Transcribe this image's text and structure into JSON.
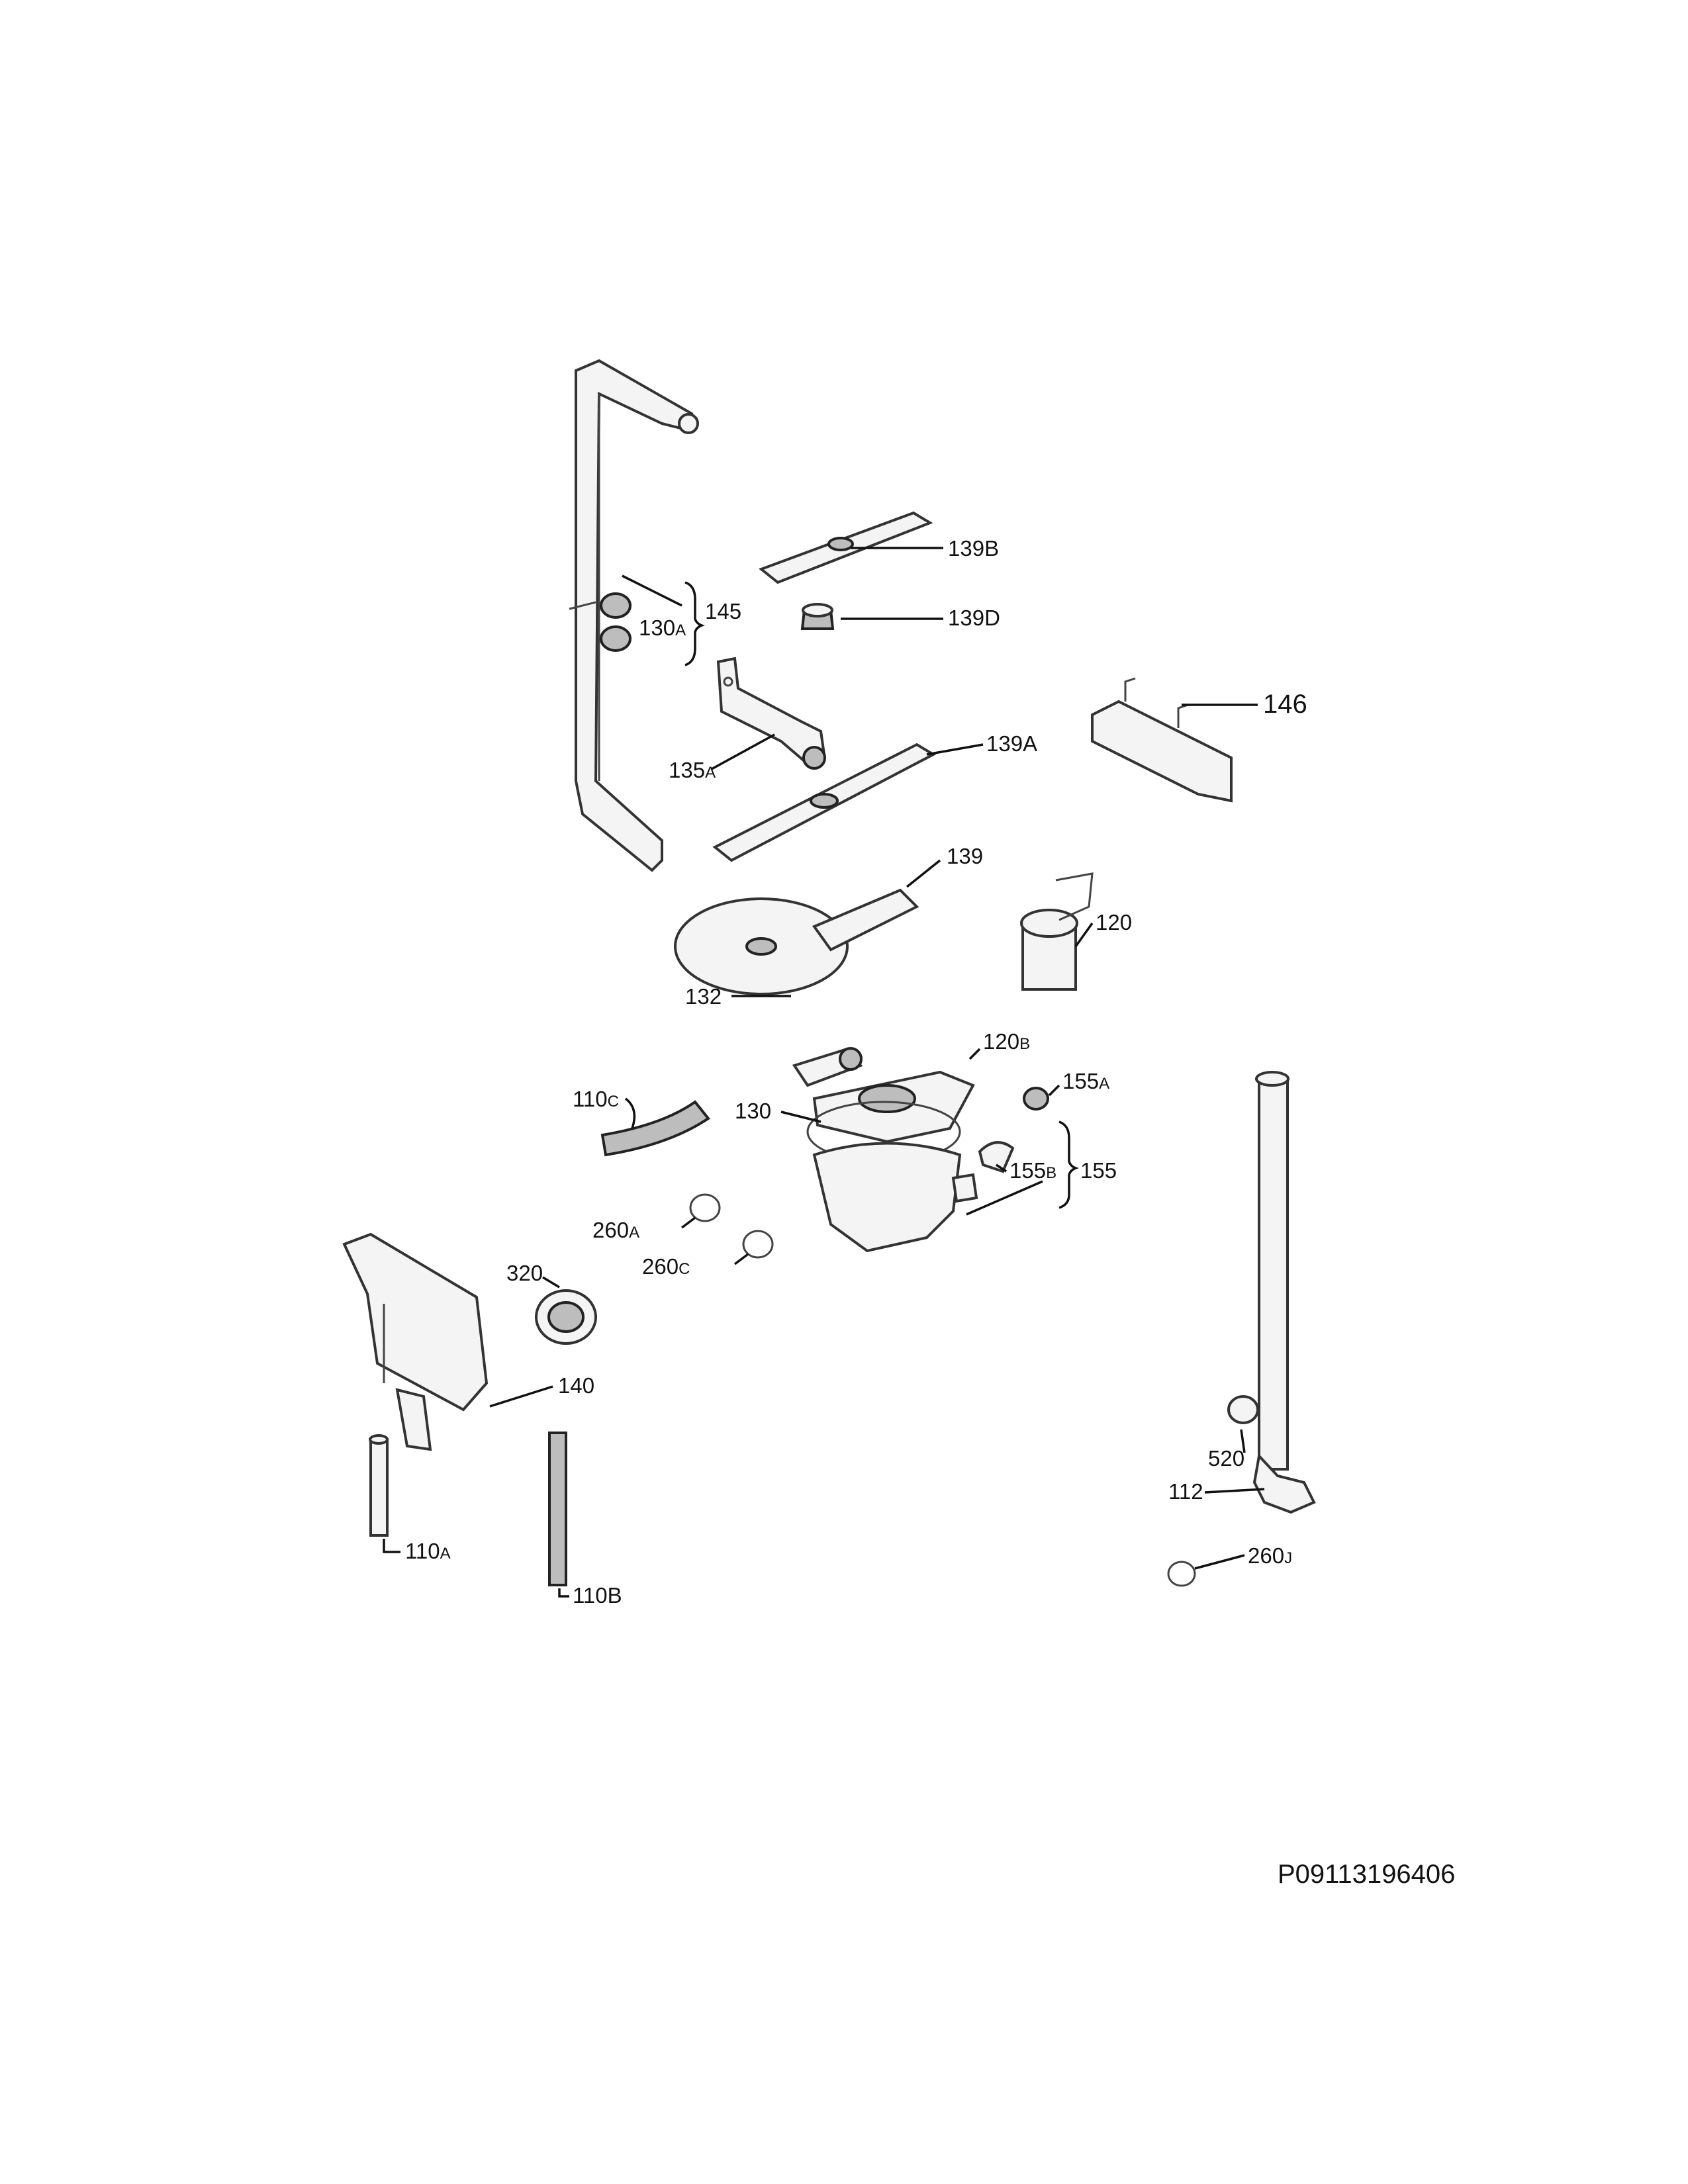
{
  "drawing_number": "P09113196406",
  "parts": [
    {
      "id": "p139B",
      "main": "139",
      "sub": "B"
    },
    {
      "id": "p145",
      "main": "145",
      "sub": ""
    },
    {
      "id": "p130A",
      "main": "130",
      "sub": "A"
    },
    {
      "id": "p139D",
      "main": "139",
      "sub": "D"
    },
    {
      "id": "p146",
      "main": "146",
      "sub": ""
    },
    {
      "id": "p135A",
      "main": "135",
      "sub": "A"
    },
    {
      "id": "p139A",
      "main": "139",
      "sub": "A"
    },
    {
      "id": "p139",
      "main": "139",
      "sub": ""
    },
    {
      "id": "p120",
      "main": "120",
      "sub": ""
    },
    {
      "id": "p132",
      "main": "132",
      "sub": ""
    },
    {
      "id": "p120B",
      "main": "120",
      "sub": "B"
    },
    {
      "id": "p110C",
      "main": "110",
      "sub": "C"
    },
    {
      "id": "p130",
      "main": "130",
      "sub": ""
    },
    {
      "id": "p155A",
      "main": "155",
      "sub": "A"
    },
    {
      "id": "p155B",
      "main": "155",
      "sub": "B"
    },
    {
      "id": "p155",
      "main": "155",
      "sub": ""
    },
    {
      "id": "p260A",
      "main": "260",
      "sub": "A"
    },
    {
      "id": "p260C",
      "main": "260",
      "sub": "C"
    },
    {
      "id": "p320",
      "main": "320",
      "sub": ""
    },
    {
      "id": "p140",
      "main": "140",
      "sub": ""
    },
    {
      "id": "p520",
      "main": "520",
      "sub": ""
    },
    {
      "id": "p112",
      "main": "112",
      "sub": ""
    },
    {
      "id": "p260J",
      "main": "260",
      "sub": "J"
    },
    {
      "id": "p110A",
      "main": "110",
      "sub": "A"
    },
    {
      "id": "p110B",
      "main": "110",
      "sub": "B"
    }
  ]
}
